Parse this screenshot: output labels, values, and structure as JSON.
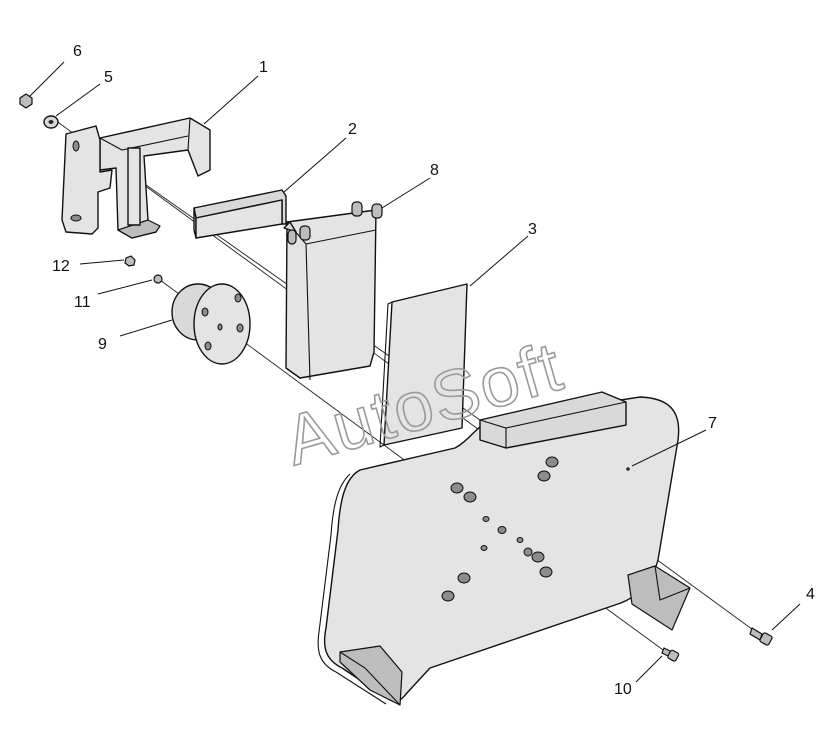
{
  "watermark": "AutoSoft",
  "callouts": {
    "c1": "1",
    "c2": "2",
    "c3": "3",
    "c4": "4",
    "c5": "5",
    "c6": "6",
    "c7": "7",
    "c8": "8",
    "c9": "9",
    "c10": "10",
    "c11": "11",
    "c12": "12"
  }
}
